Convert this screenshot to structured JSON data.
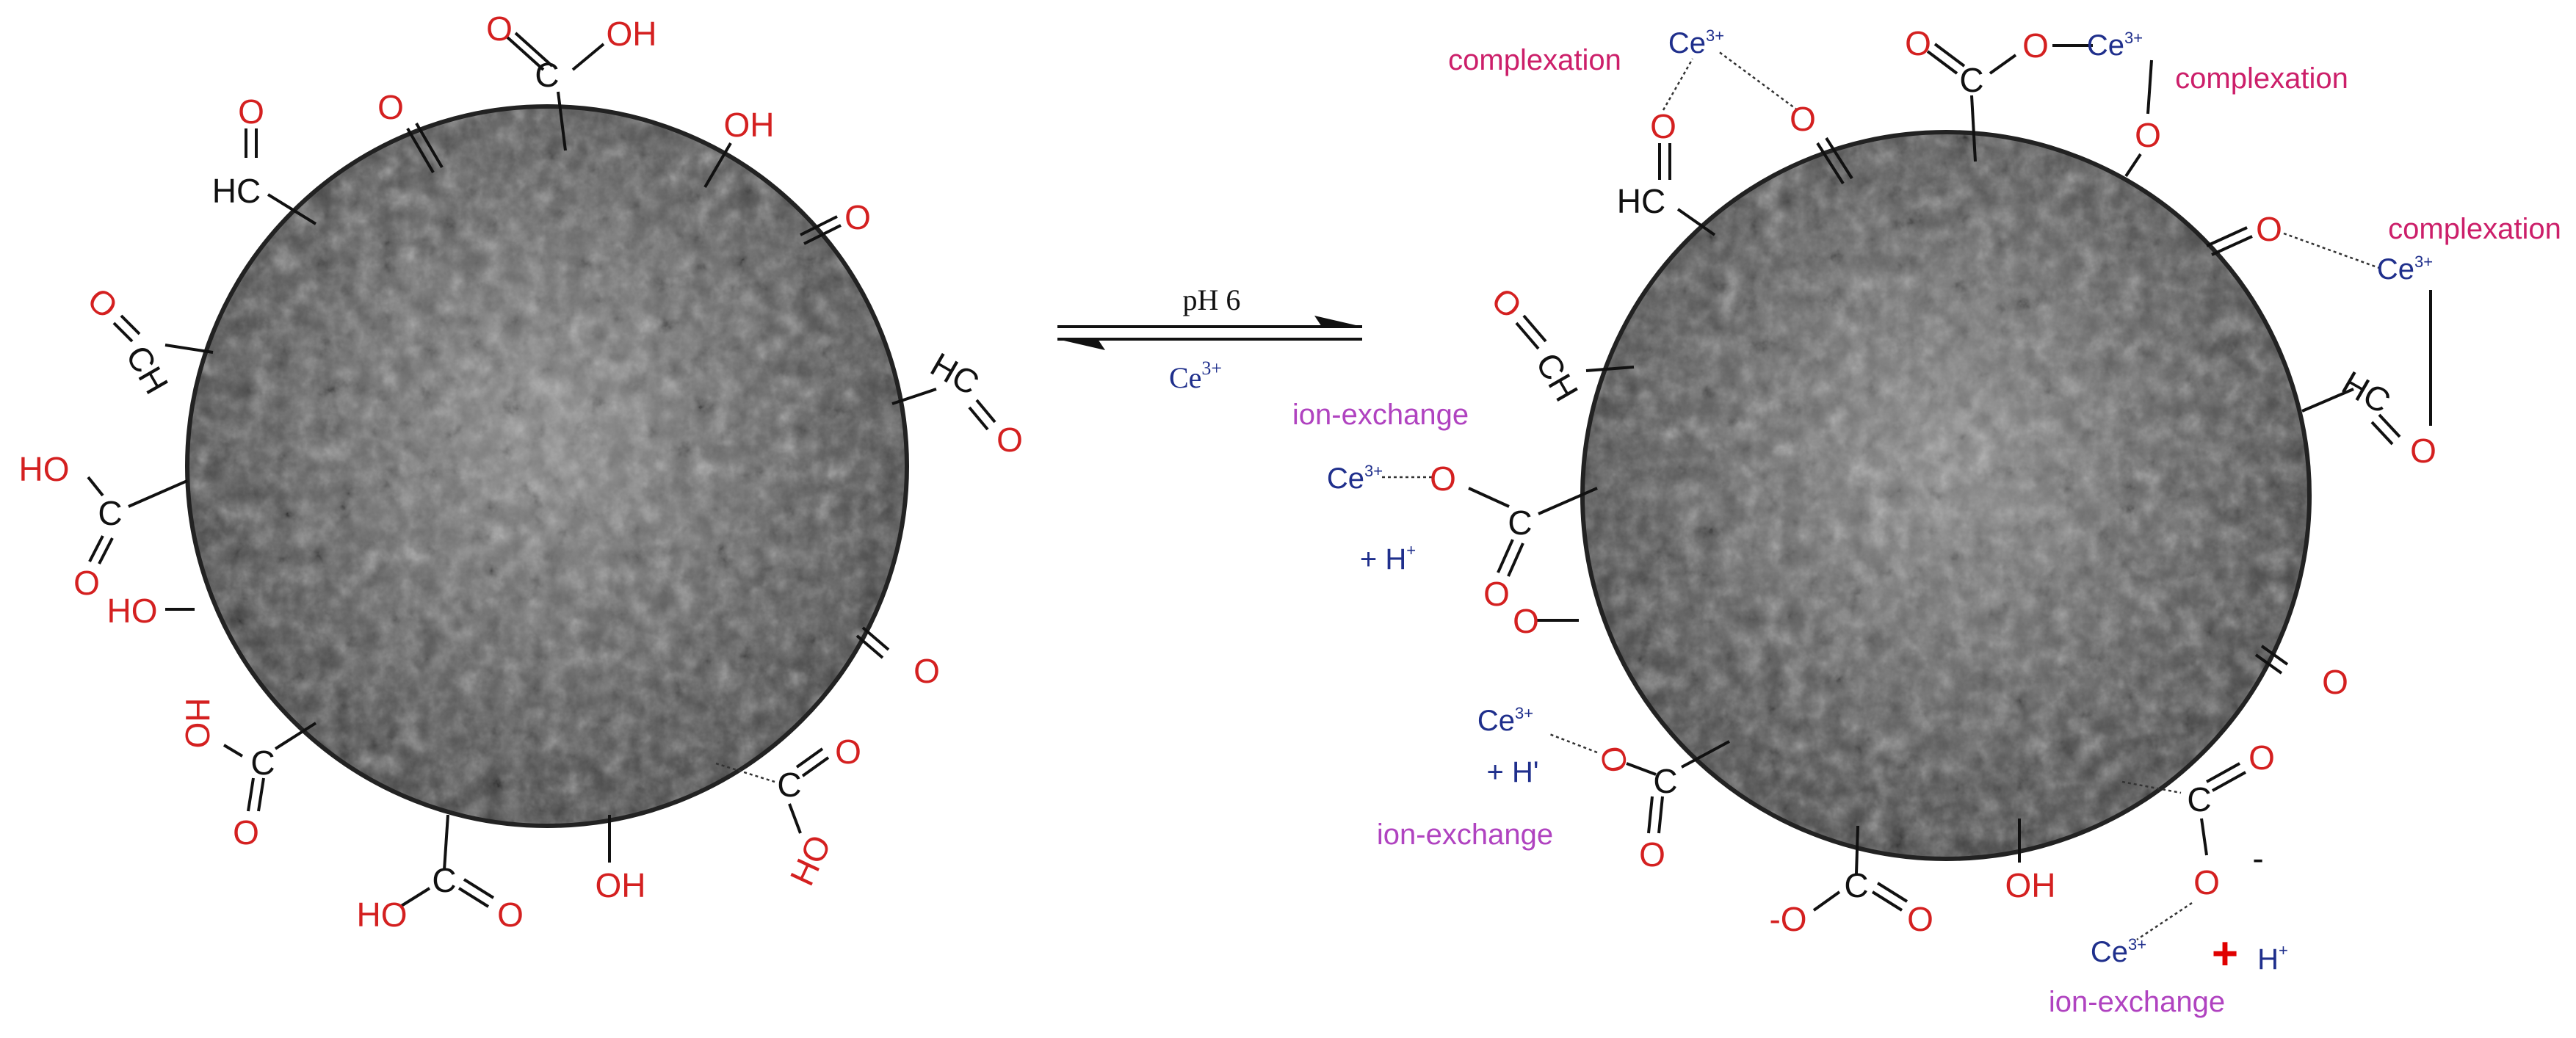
{
  "diagram": {
    "reaction": {
      "condition_top": "pH 6",
      "condition_bottom": "Ce",
      "condition_bottom_sup": "3+"
    },
    "left_particle": {
      "groups": {
        "cooh_top": {
          "c": "C",
          "o": "O",
          "oh": "OH"
        },
        "ketone_top": {
          "o": "O"
        },
        "oh_top": {
          "oh": "OH"
        },
        "o_right_top": {
          "o": "O"
        },
        "cho_top_left": {
          "hc": "HC",
          "o": "O"
        },
        "cho_left": {
          "och": "O",
          "ch": "CH"
        },
        "cho_right": {
          "hc": "HC",
          "o": "O"
        },
        "cooh_left": {
          "ho": "HO",
          "c": "C",
          "o": "O"
        },
        "oh_left": {
          "ho": "HO"
        },
        "o_right": {
          "o": "O"
        },
        "cooh_bottom_left": {
          "ho": "HO",
          "c": "C",
          "o": "O"
        },
        "cooh_bottom": {
          "ho": "HO",
          "c": "C",
          "o": "O"
        },
        "oh_bottom": {
          "oh": "OH"
        },
        "cooh_bottom_right": {
          "c": "C",
          "o": "O",
          "ho": "HO"
        }
      }
    },
    "right_particle": {
      "labels": {
        "complexation_1": "complexation",
        "complexation_2": "complexation",
        "complexation_3": "complexation",
        "ion_exchange_1": "ion-exchange",
        "ion_exchange_2": "ion-exchange",
        "ion_exchange_3": "ion-exchange"
      },
      "ions": {
        "ce_1": {
          "base": "Ce",
          "sup": "3+"
        },
        "ce_2": {
          "base": "Ce",
          "sup": "3+"
        },
        "ce_3": {
          "base": "Ce",
          "sup": "3+"
        },
        "ce_4": {
          "base": "Ce",
          "sup": "3+"
        },
        "ce_5": {
          "base": "Ce",
          "sup": "3+"
        },
        "ce_6": {
          "base": "Ce",
          "sup": "3+"
        },
        "h_1": {
          "base": "+ H",
          "sup": "+"
        },
        "h_2": {
          "base": "+ H'",
          "sup": ""
        },
        "h_3": {
          "base": "H",
          "sup": "+"
        },
        "plus": "+"
      },
      "atoms": {
        "o_a": "O",
        "o_b": "O",
        "o_c": "O",
        "o_d": "O",
        "o_e": "O",
        "o_f": "O",
        "o_g": "O",
        "o_h": "O",
        "o_i": "O",
        "o_j": "O",
        "o_k": "O",
        "o_l": "O",
        "o_m": "O",
        "o_n": "O",
        "o_o": "O",
        "o_p": "O",
        "o_q": "O",
        "o_r": "O",
        "c_1": "C",
        "c_2": "C",
        "c_3": "C",
        "c_4": "C",
        "c_5": "C",
        "hc_1": "HC",
        "hc_2": "HC",
        "ch_1": "CH",
        "oh_1": "OH",
        "neg_o_1": "-O",
        "minus_1": "-"
      }
    }
  }
}
